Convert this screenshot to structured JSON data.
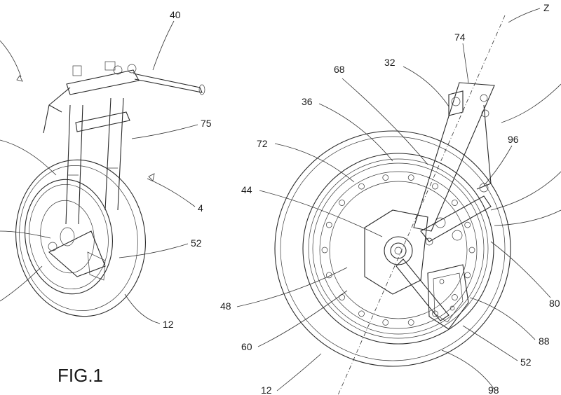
{
  "figure": {
    "caption": "FIG.1",
    "labels_left": [
      "40",
      "75",
      "4",
      "52",
      "12"
    ],
    "labels_right": [
      "Z",
      "74",
      "32",
      "68",
      "36",
      "96",
      "72",
      "44",
      "48",
      "60",
      "12",
      "80",
      "88",
      "52",
      "98"
    ]
  }
}
